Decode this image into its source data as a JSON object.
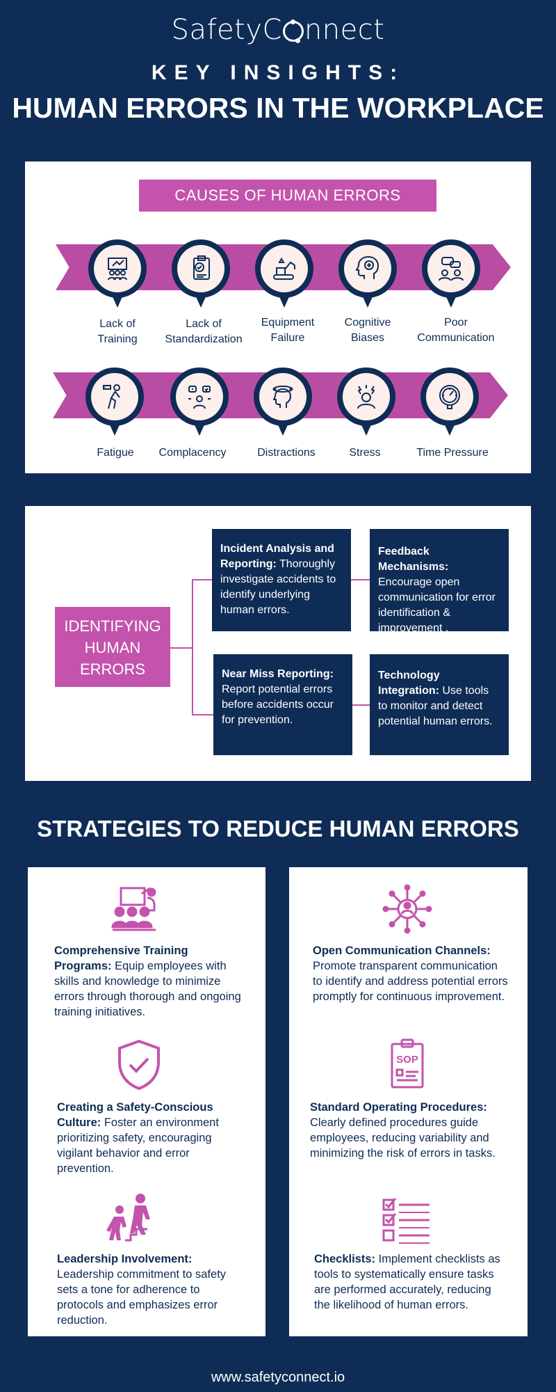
{
  "header": {
    "logo_before": "SafetyC",
    "logo_after": "nnect",
    "kicker": "KEY INSIGHTS:",
    "title": "HUMAN ERRORS IN THE WORKPLACE"
  },
  "causes": {
    "title": "CAUSES OF HUMAN ERRORS",
    "row1": [
      {
        "icon": "training-icon",
        "line1": "Lack of",
        "line2": "Training"
      },
      {
        "icon": "standardization-icon",
        "line1": "Lack of",
        "line2": "Standardization"
      },
      {
        "icon": "equipment-failure-icon",
        "line1": "Equipment",
        "line2": "Failure"
      },
      {
        "icon": "cognitive-biases-icon",
        "line1": "Cognitive",
        "line2": "Biases"
      },
      {
        "icon": "poor-communication-icon",
        "line1": "Poor",
        "line2": "Communication"
      }
    ],
    "row2": [
      {
        "icon": "fatigue-icon",
        "label": "Fatigue"
      },
      {
        "icon": "complacency-icon",
        "label": "Complacency"
      },
      {
        "icon": "distractions-icon",
        "label": "Distractions"
      },
      {
        "icon": "stress-icon",
        "label": "Stress"
      },
      {
        "icon": "time-pressure-icon",
        "label": "Time Pressure"
      }
    ]
  },
  "identifying": {
    "line1": "IDENTIFYING",
    "line2": "HUMAN",
    "line3": "ERRORS",
    "cards": [
      {
        "title": "Incident Analysis and Reporting:",
        "text": "Thoroughly investigate accidents to identify underlying human errors."
      },
      {
        "title": "Feedback Mechanisms:",
        "text": "Encourage open communication for error identification & improvement ."
      },
      {
        "title": "Near Miss Reporting:",
        "text": "Report potential errors before accidents occur for prevention."
      },
      {
        "title": "Technology Integration:",
        "text": "Use tools to monitor and detect potential human errors."
      }
    ]
  },
  "strategies": {
    "title": "STRATEGIES TO REDUCE HUMAN ERRORS",
    "left": [
      {
        "icon": "training-program-icon",
        "title": "Comprehensive Training Programs:",
        "text": "Equip employees with skills and knowledge to minimize errors through thorough and ongoing training initiatives."
      },
      {
        "icon": "shield-check-icon",
        "title": "Creating a Safety-Conscious Culture:",
        "text": "Foster an environment prioritizing safety, encouraging vigilant behavior and error prevention."
      },
      {
        "icon": "leadership-icon",
        "title": "Leadership Involvement:",
        "text": "Leadership commitment to safety sets a tone for adherence to protocols and emphasizes error reduction."
      }
    ],
    "right": [
      {
        "icon": "network-icon",
        "title": "Open Communication Channels:",
        "text": "Promote transparent communication to identify and address potential errors promptly for continuous improvement."
      },
      {
        "icon": "sop-icon",
        "title": "Standard Operating Procedures:",
        "text": "Clearly defined procedures guide employees, reducing variability and minimizing the risk of errors in tasks."
      },
      {
        "icon": "checklist-icon",
        "title": "Checklists:",
        "text": "Implement checklists as tools to systematically ensure tasks are performed accurately, reducing the likelihood of human errors."
      }
    ]
  },
  "footer": {
    "url": "www.safetyconnect.io"
  },
  "colors": {
    "navy": "#0e2c55",
    "magenta": "#c353ac",
    "icon_bg": "#fcefec"
  }
}
